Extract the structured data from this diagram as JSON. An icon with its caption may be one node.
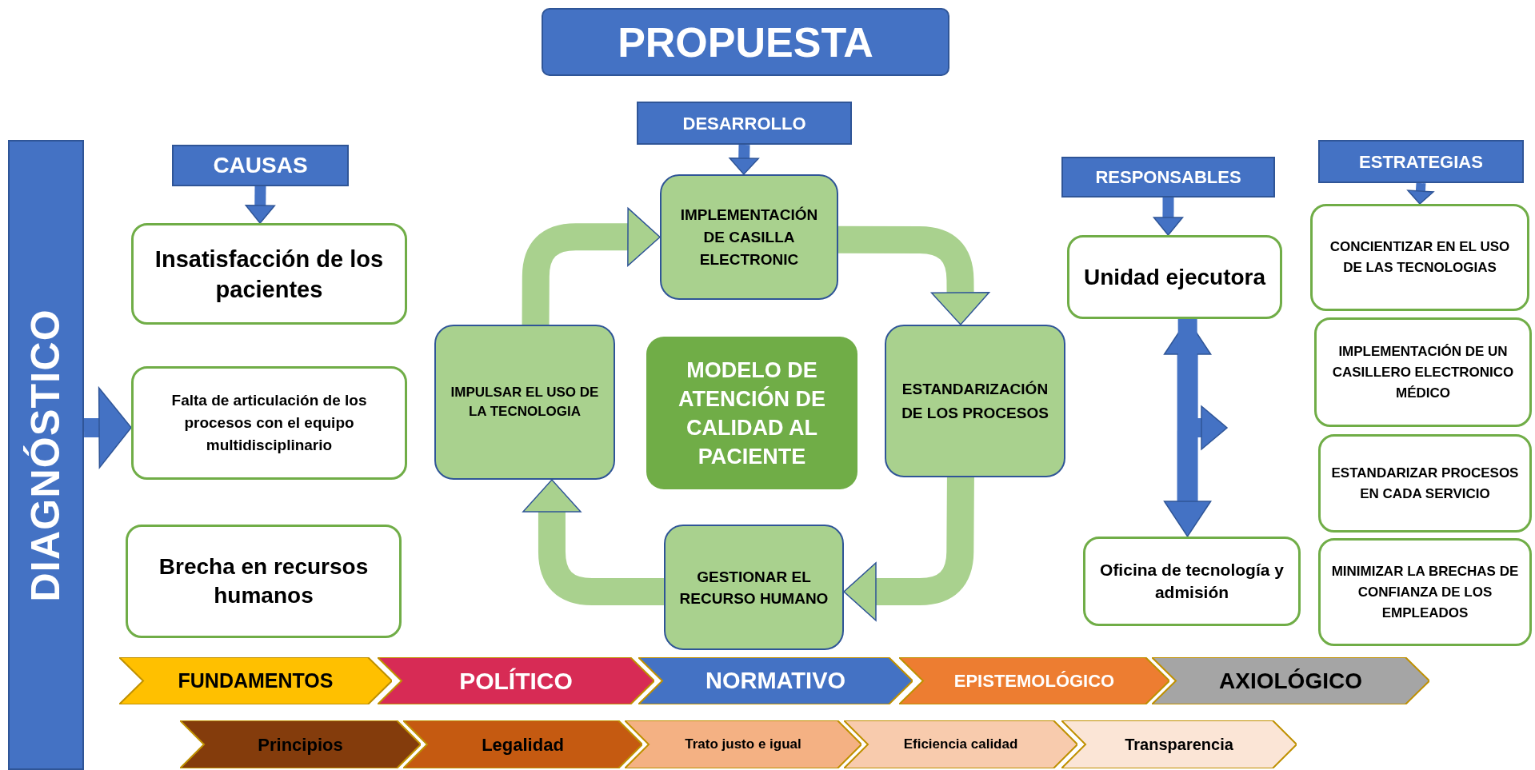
{
  "diagram": {
    "nodes": [
      {
        "text": [
          "PROPUESTA"
        ]
      },
      {
        "text": [
          "DIAGNÓSTICO"
        ]
      },
      {
        "text": [
          "CAUSAS"
        ]
      },
      {
        "text": [
          "Insatisfacción de los pacientes"
        ]
      },
      {
        "text": [
          "Falta de articulación de los procesos con el equipo multidisciplinario"
        ]
      },
      {
        "text": [
          "Brecha en recursos humanos"
        ]
      },
      {
        "text": [
          "DESARROLLO"
        ]
      },
      {
        "text": [
          "IMPLEMENTACIÓN DE CASILLA ELECTRONIC"
        ]
      },
      {
        "text": [
          "ESTANDARIZACIÓN DE LOS PROCESOS"
        ]
      },
      {
        "text": [
          "GESTIONAR EL RECURSO HUMANO"
        ]
      },
      {
        "text": [
          "IMPULSAR EL USO DE LA TECNOLOGIA"
        ]
      },
      {
        "text": [
          "MODELO DE ATENCIÓN DE CALIDAD AL PACIENTE"
        ]
      },
      {
        "text": [
          "RESPONSABLES"
        ]
      },
      {
        "text": [
          "Unidad ejecutora"
        ]
      },
      {
        "text": [
          "Oficina de tecnología y admisión"
        ]
      },
      {
        "text": [
          "ESTRATEGIAS"
        ]
      },
      {
        "text": [
          "CONCIENTIZAR EN EL USO DE LAS TECNOLOGIAS"
        ]
      },
      {
        "text": [
          "IMPLEMENTACIÓN DE UN CASILLERO ELECTRONICO MÉDICO"
        ]
      },
      {
        "text": [
          "ESTANDARIZAR PROCESOS EN CADA SERVICIO"
        ]
      },
      {
        "text": [
          "MINIMIZAR LA BRECHAS DE CONFIANZA DE LOS EMPLEADOS"
        ]
      },
      {
        "text": [
          "FUNDAMENTOS"
        ]
      },
      {
        "text": [
          "POLÍTICO"
        ]
      },
      {
        "text": [
          "NORMATIVO"
        ]
      },
      {
        "text": [
          "EPISTEMOLÓGICO"
        ]
      },
      {
        "text": [
          "AXIOLÓGICO"
        ]
      },
      {
        "text": [
          "Principios"
        ]
      },
      {
        "text": [
          "Legalidad"
        ]
      },
      {
        "text": [
          "Trato justo e igual"
        ]
      },
      {
        "text": [
          "Eficiencia calidad"
        ]
      },
      {
        "text": [
          "Transparencia"
        ]
      }
    ],
    "edges": [
      {
        "from": 2,
        "to": 3,
        "arrow": "to"
      },
      {
        "from": 1,
        "to": 4,
        "arrow": "to"
      },
      {
        "from": 6,
        "to": 7,
        "arrow": "to"
      },
      {
        "from": 10,
        "to": 7,
        "arrow": "to",
        "color": "#a9d18e"
      },
      {
        "from": 7,
        "to": 8,
        "arrow": "to",
        "color": "#a9d18e"
      },
      {
        "from": 8,
        "to": 9,
        "arrow": "to",
        "color": "#a9d18e"
      },
      {
        "from": 9,
        "to": 10,
        "arrow": "to",
        "color": "#a9d18e"
      },
      {
        "from": 12,
        "to": 13,
        "arrow": "to"
      },
      {
        "from": 13,
        "to": 14,
        "arrow": "both"
      },
      {
        "from": 13,
        "to": null,
        "arrow": "to"
      },
      {
        "from": 15,
        "to": 16,
        "arrow": "to"
      }
    ]
  }
}
